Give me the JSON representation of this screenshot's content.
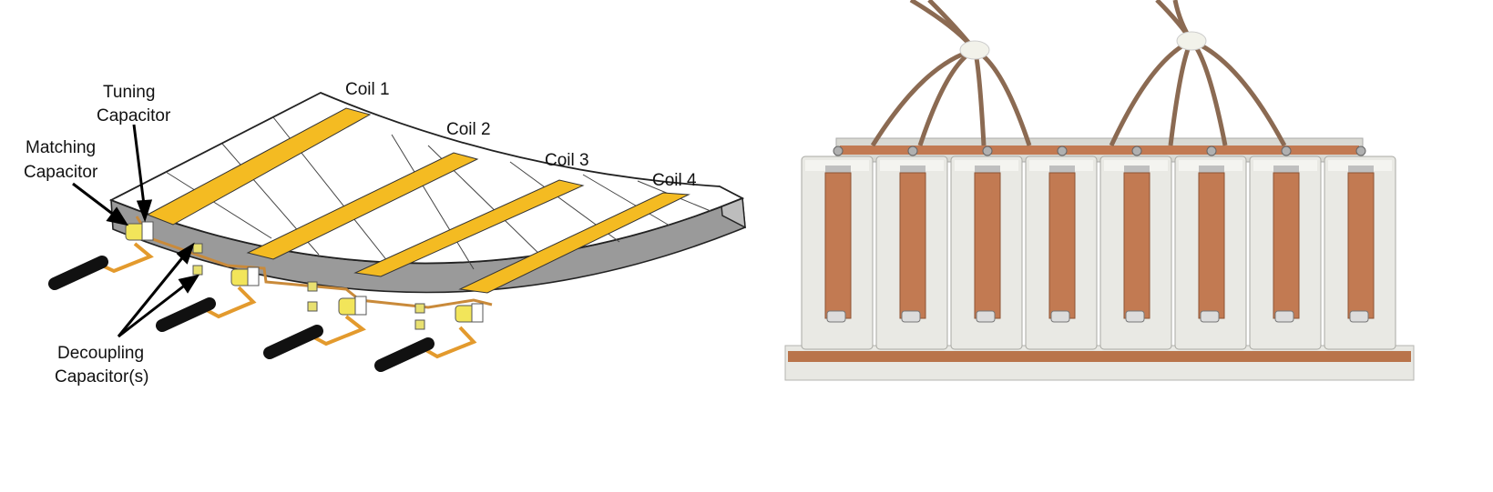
{
  "diagram": {
    "coil_labels": [
      "Coil 1",
      "Coil 2",
      "Coil 3",
      "Coil 4"
    ],
    "tuning_label": [
      "Tuning",
      "Capacitor"
    ],
    "matching_label": [
      "Matching",
      "Capacitor"
    ],
    "decoupling_label": [
      "Decoupling",
      "Capacitor(s)"
    ]
  },
  "colors": {
    "coil_strip": "#f4bb22",
    "copper_trace": "#c98a3a",
    "housing": "#e9e9e4",
    "copper_photo": "#c27a52",
    "cable": "#8b6a52"
  }
}
